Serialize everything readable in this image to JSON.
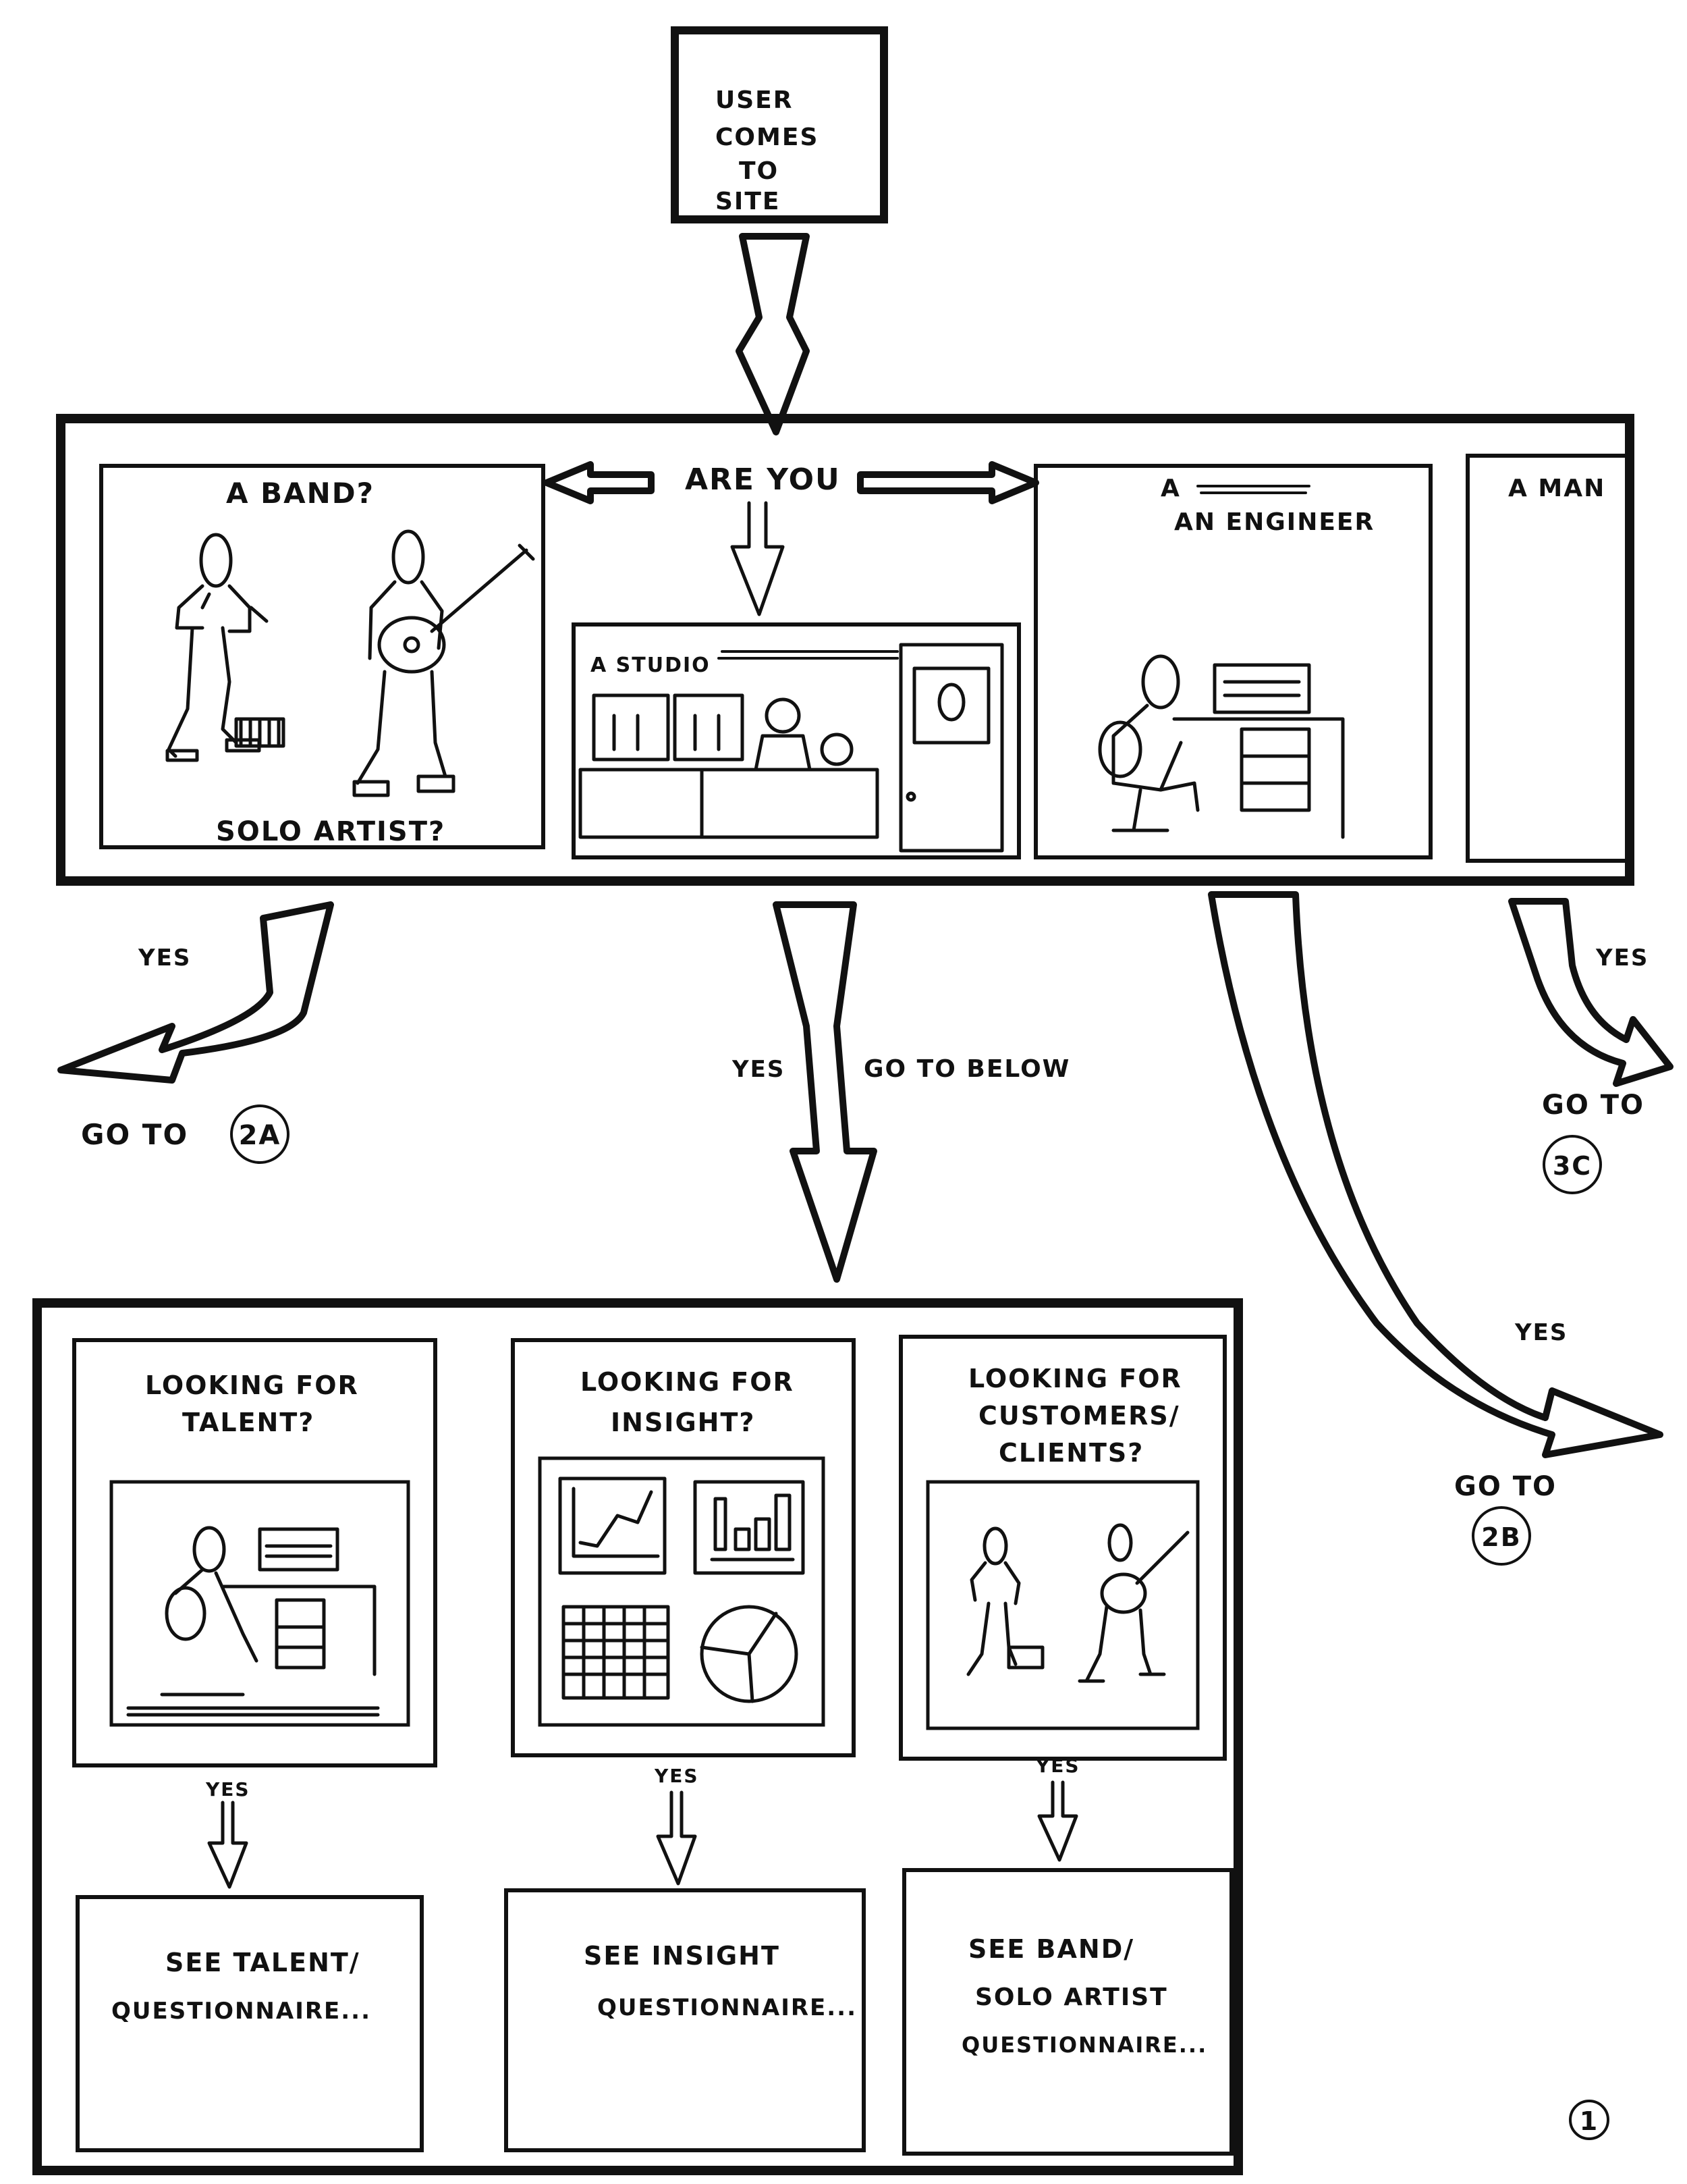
{
  "start": {
    "lines": [
      "USER",
      "COMES",
      "TO",
      "SITE"
    ]
  },
  "prompt": {
    "are_you": "ARE YOU"
  },
  "options": {
    "band": {
      "top": "A BAND?",
      "bottom": "SOLO ARTIST?"
    },
    "studio": {
      "label": "A STUDIO"
    },
    "engineer": {
      "label": "AN ENGINEER",
      "prefix": "A"
    },
    "manager": {
      "label": "A MAN"
    }
  },
  "branches": {
    "yes_label": "YES",
    "band": {
      "yes": "YES",
      "goto_prefix": "GO TO",
      "target": "2A"
    },
    "studio": {
      "yes": "YES",
      "goto": "GO TO BELOW"
    },
    "engineer": {
      "yes": "YES",
      "goto_prefix": "GO TO",
      "target": "2B"
    },
    "manager": {
      "yes": "YES",
      "goto_prefix": "GO TO",
      "target": "3C"
    }
  },
  "studio_panel": {
    "cards": [
      {
        "title_lines": [
          "LOOKING FOR",
          "TALENT?"
        ],
        "yes": "YES",
        "result_lines": [
          "SEE TALENT/",
          "QUESTIONNAIRE..."
        ]
      },
      {
        "title_lines": [
          "LOOKING FOR",
          "INSIGHT?"
        ],
        "yes": "YES",
        "result_lines": [
          "SEE INSIGHT",
          "QUESTIONNAIRE..."
        ]
      },
      {
        "title_lines": [
          "LOOKING FOR",
          "CUSTOMERS/",
          "CLIENTS?"
        ],
        "yes": "YES",
        "result_lines": [
          "SEE BAND/",
          "SOLO ARTIST",
          "QUESTIONNAIRE..."
        ]
      }
    ]
  },
  "page_number": "1",
  "colors": {
    "ink": "#111111",
    "paper": "#ffffff"
  }
}
